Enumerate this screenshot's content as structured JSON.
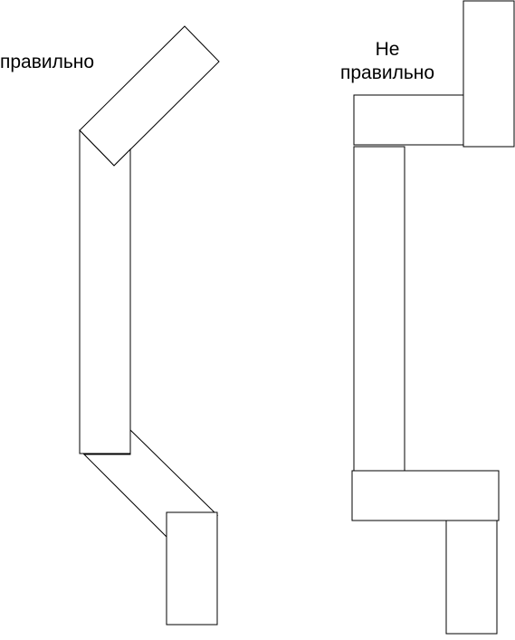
{
  "diagram": {
    "left_label": "правильно",
    "right_label_line1": "Не",
    "right_label_line2": "правильно",
    "stroke_color": "#000000",
    "fill_color": "#ffffff"
  }
}
